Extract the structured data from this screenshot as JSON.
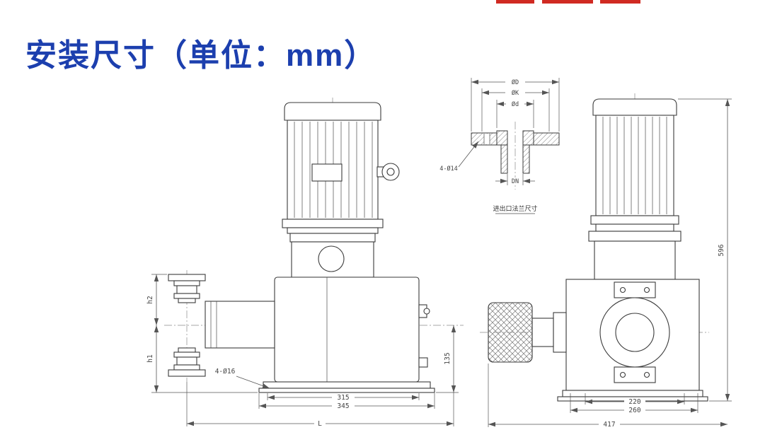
{
  "page": {
    "title": "安装尺寸（单位：mm）",
    "accent_color": "#1c3fae",
    "top_marks_color": "#d02a22"
  },
  "flange_detail": {
    "caption": "进出口法兰尺寸",
    "dim_outer": "ØD",
    "dim_bolt_circle": "ØK",
    "dim_face": "Ød",
    "dim_holes": "4-Ø14",
    "dim_nominal": "DN"
  },
  "front_view": {
    "dim_h2": "h2",
    "dim_h1": "h1",
    "dim_holes": "4-Ø16",
    "dim_315": "315",
    "dim_345": "345",
    "dim_L": "L",
    "dim_135": "135"
  },
  "side_view": {
    "dim_596": "596",
    "dim_220": "220",
    "dim_260": "260",
    "dim_417": "417"
  }
}
